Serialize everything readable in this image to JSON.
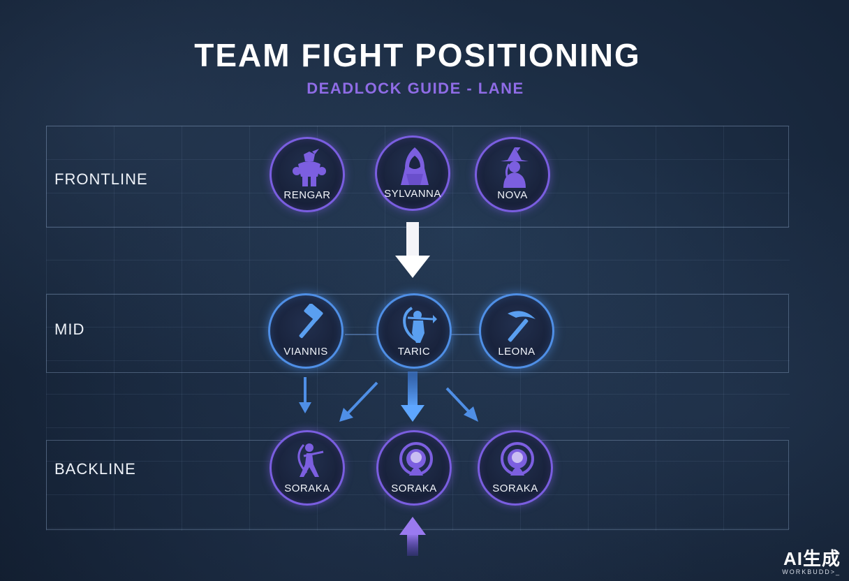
{
  "header": {
    "title": "TEAM FIGHT POSITIONING",
    "subtitle": "DEADLOCK GUIDE - LANE"
  },
  "rows": [
    {
      "label": "FRONTLINE",
      "heroes": [
        {
          "name": "RENGAR",
          "icon": "brawler-icon"
        },
        {
          "name": "SYLVANNA",
          "icon": "hooded-figure-icon"
        },
        {
          "name": "NOVA",
          "icon": "witch-icon"
        }
      ]
    },
    {
      "label": "MID",
      "heroes": [
        {
          "name": "VIANNIS",
          "icon": "hammer-icon"
        },
        {
          "name": "TARIC",
          "icon": "archer-icon"
        },
        {
          "name": "LEONA",
          "icon": "pickaxe-icon"
        }
      ]
    },
    {
      "label": "BACKLINE",
      "heroes": [
        {
          "name": "SORAKA",
          "icon": "archer-figure-icon"
        },
        {
          "name": "SORAKA",
          "icon": "signal-beacon-icon"
        },
        {
          "name": "SORAKA",
          "icon": "signal-beacon-icon"
        }
      ]
    }
  ],
  "watermark": {
    "main": "AI生成",
    "sub": "WORKBUDD>_"
  },
  "colors": {
    "purple_accent": "#7a5ee0",
    "blue_accent": "#4f8fe6",
    "subtitle": "#8f6ce6"
  }
}
